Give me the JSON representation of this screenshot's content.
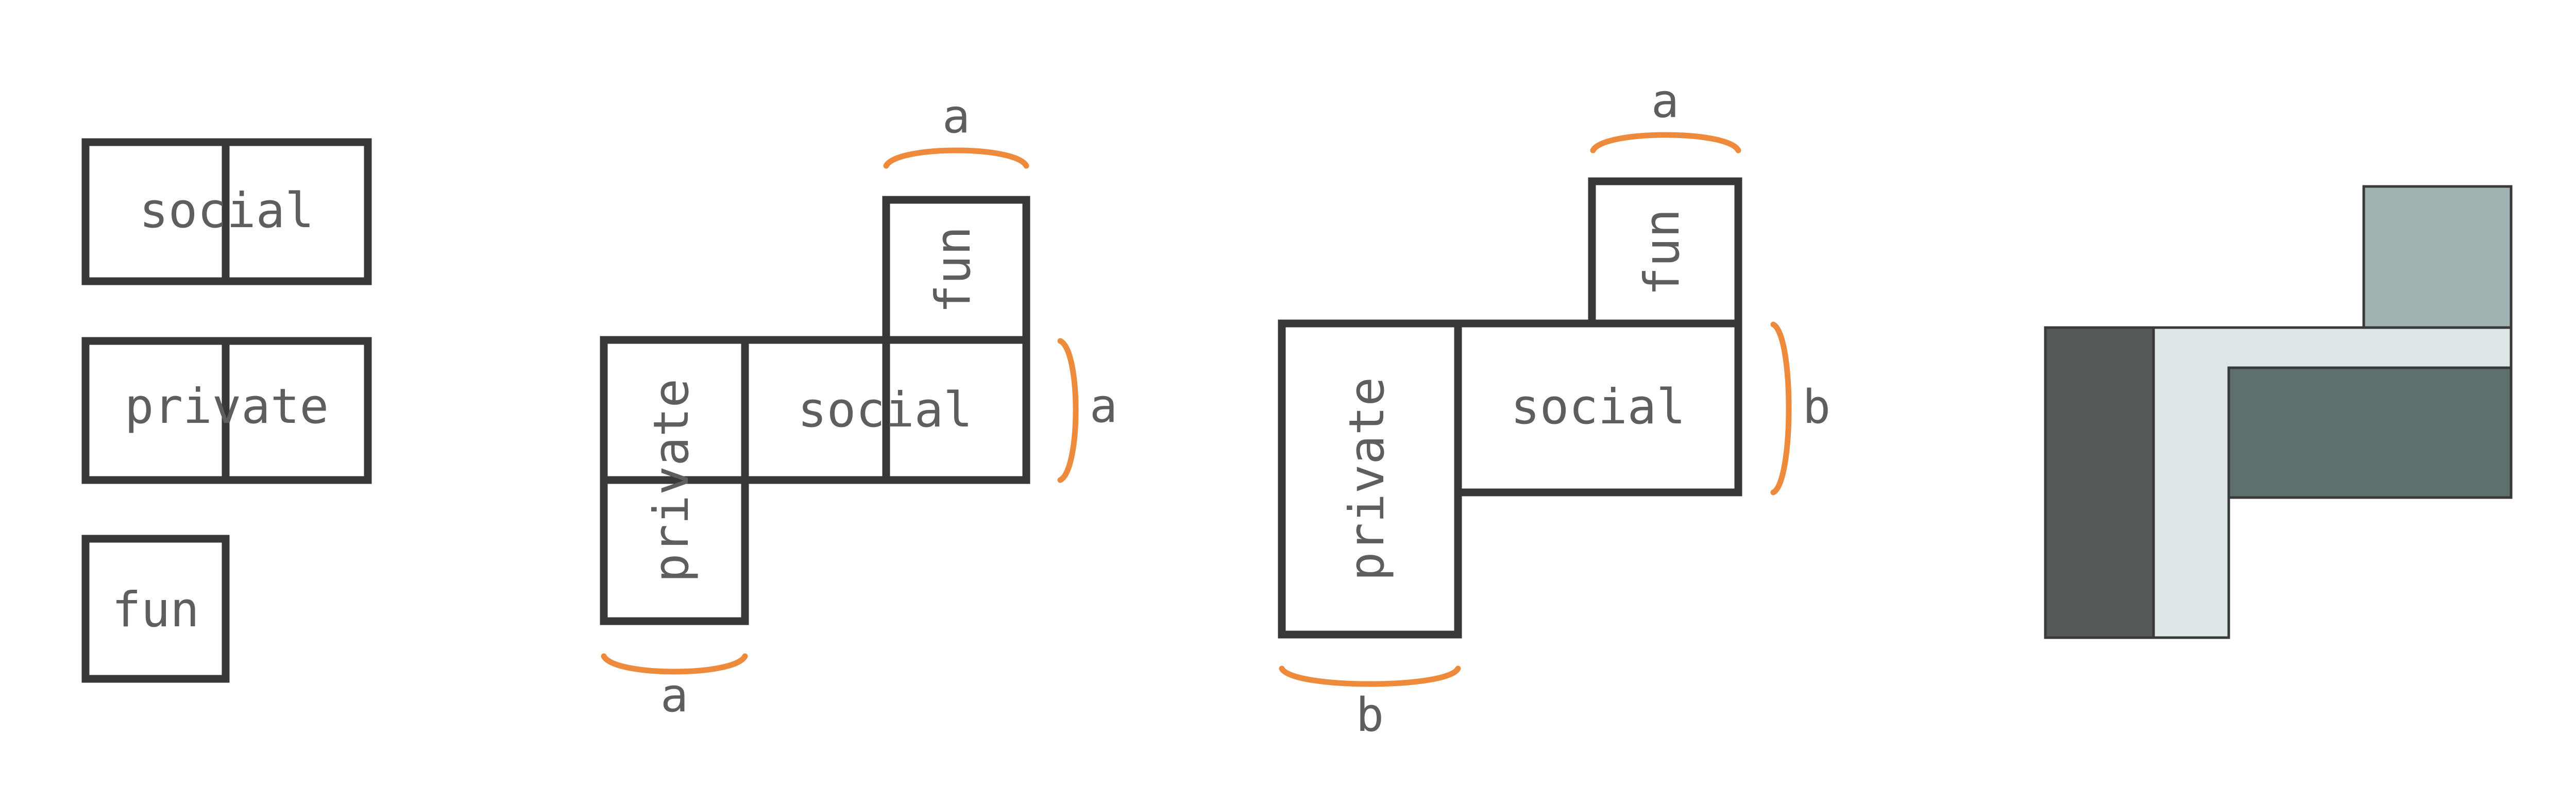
{
  "words": {
    "social": "social",
    "private": "private",
    "fun": "fun"
  },
  "dimensions": {
    "a": "a",
    "b": "b"
  },
  "colors": {
    "outline": "#383838",
    "text": "#5e5e5e",
    "brace": "#ee8a3b",
    "block_dark": "#555958",
    "block_light": "#dde7e7",
    "block_mid": "#5f6f6f",
    "block_gray": "#a0b2b2"
  }
}
